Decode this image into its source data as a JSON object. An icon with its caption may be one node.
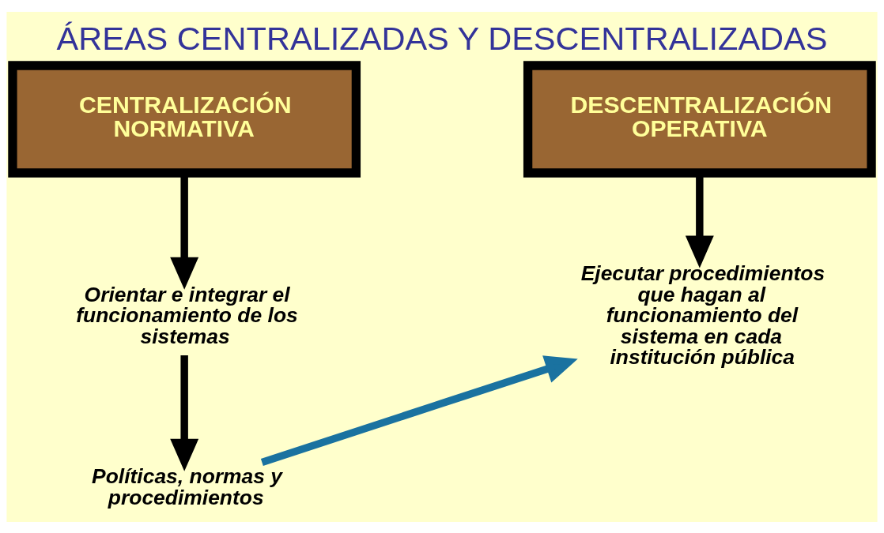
{
  "diagram": {
    "title": "ÁREAS CENTRALIZADAS Y DESCENTRALIZADAS",
    "nodes": [
      {
        "text": [
          "CENTRALIZACIÓN NORMATIVA"
        ]
      },
      {
        "text": [
          "DESCENTRALIZACIÓN OPERATIVA"
        ]
      },
      {
        "text": [
          "Orientar e integrar el funcionamiento de los sistemas"
        ]
      },
      {
        "text": [
          "Ejecutar procedimientos que hagan al funcionamiento del sistema en cada institución pública"
        ]
      },
      {
        "text": [
          "Políticas, normas y procedimientos"
        ]
      }
    ],
    "edges": [
      {
        "from": 0,
        "to": 2,
        "arrow": "to"
      },
      {
        "from": 1,
        "to": 3,
        "arrow": "to"
      },
      {
        "from": 2,
        "to": 4,
        "arrow": "to"
      },
      {
        "from": 4,
        "to": 3,
        "arrow": "to",
        "color": "#1a72a0"
      }
    ]
  }
}
